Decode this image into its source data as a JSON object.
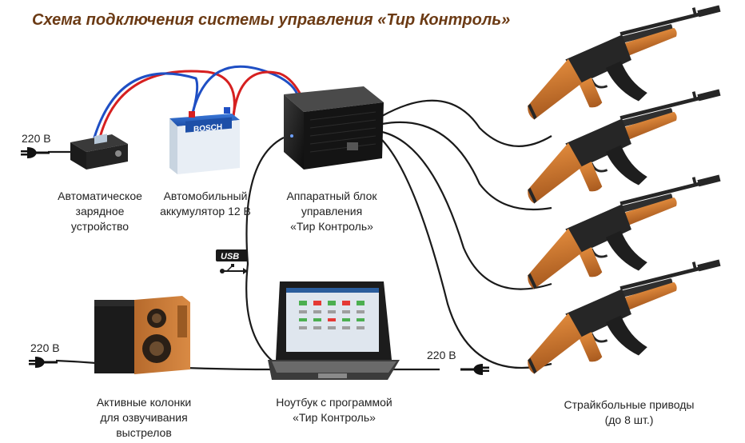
{
  "title": "Схема подключения системы управления «Тир Контроль»",
  "voltage_label": "220 В",
  "usb_logo_text": "USB",
  "battery_brand": "BOSCH",
  "colors": {
    "title": "#6b3a14",
    "wire_red": "#d62020",
    "wire_blue": "#1f4fc4",
    "cable": "#1a1a1a",
    "wood": "#c8722e",
    "metal": "#262626"
  },
  "captions": {
    "charger": [
      "Автоматическое",
      "зарядное",
      "устройство"
    ],
    "battery": [
      "Автомобильный",
      "аккумулятор 12 В"
    ],
    "control_unit": [
      "Аппаратный блок",
      "управления",
      "«Тир Контроль»"
    ],
    "speakers": [
      "Активные колонки",
      "для озвучивания",
      "выстрелов"
    ],
    "laptop": [
      "Ноутбук с программой",
      "«Тир Контроль»"
    ],
    "guns": [
      "Страйкбольные приводы",
      "(до 8 шт.)"
    ]
  },
  "icons": [
    "power-plug-icon",
    "usb-icon",
    "charger-device",
    "car-battery",
    "control-unit-box",
    "speaker",
    "laptop",
    "airsoft-gun"
  ]
}
